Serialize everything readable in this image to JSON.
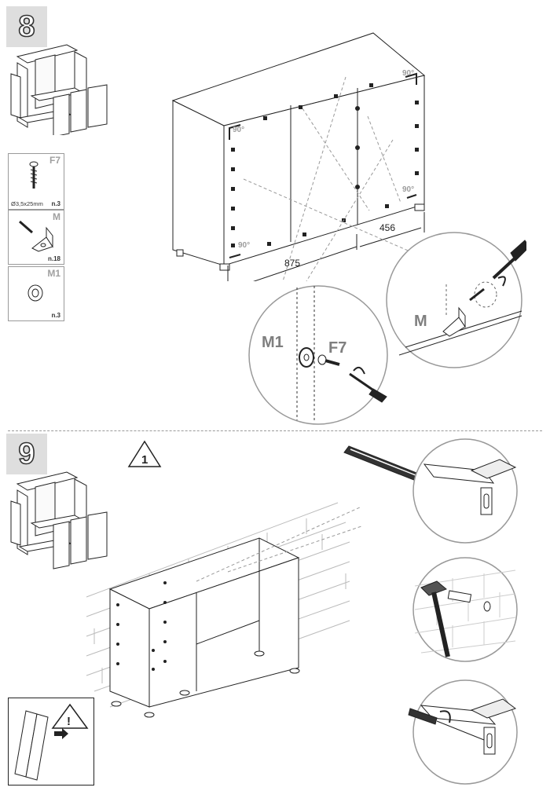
{
  "steps": [
    {
      "number": "8"
    },
    {
      "number": "9"
    }
  ],
  "parts": [
    {
      "code": "F7",
      "spec": "Ø3,5x25mm",
      "qty": "n.3",
      "icon": "screw-icon"
    },
    {
      "code": "M",
      "spec": "",
      "qty": "n.18",
      "icon": "angle-bracket-icon"
    },
    {
      "code": "M1",
      "spec": "",
      "qty": "n.3",
      "icon": "washer-icon"
    }
  ],
  "dimensions": {
    "width": "875",
    "partial": "456"
  },
  "angles": [
    "90°",
    "90°",
    "90°",
    "90°"
  ],
  "callouts": {
    "m1": "M1",
    "f7": "F7",
    "m": "M"
  },
  "warnings": {
    "people": "1",
    "caution": "!"
  },
  "colors": {
    "line": "#222222",
    "frame": "#a0a0a0",
    "label": "#7f7f7f",
    "step_bg": "#dedede"
  }
}
